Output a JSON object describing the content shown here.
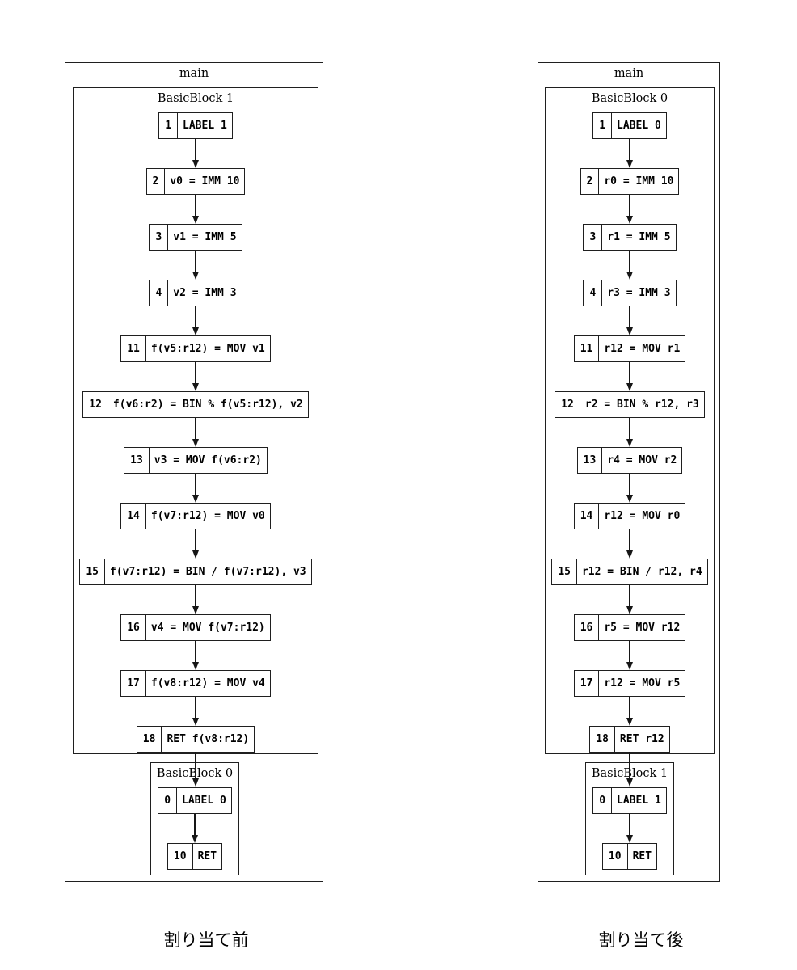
{
  "diagrams": [
    {
      "outer_title": "main",
      "block_title": "BasicBlock 1",
      "caption": "割り当て前",
      "instructions": [
        {
          "id": "1",
          "text": "LABEL 1"
        },
        {
          "id": "2",
          "text": "v0 = IMM 10"
        },
        {
          "id": "3",
          "text": "v1 = IMM 5"
        },
        {
          "id": "4",
          "text": "v2 = IMM 3"
        },
        {
          "id": "11",
          "text": "f(v5:r12) = MOV v1"
        },
        {
          "id": "12",
          "text": "f(v6:r2) = BIN % f(v5:r12), v2"
        },
        {
          "id": "13",
          "text": "v3 = MOV f(v6:r2)"
        },
        {
          "id": "14",
          "text": "f(v7:r12) = MOV v0"
        },
        {
          "id": "15",
          "text": "f(v7:r12) = BIN / f(v7:r12), v3"
        },
        {
          "id": "16",
          "text": "v4 = MOV f(v7:r12)"
        },
        {
          "id": "17",
          "text": "f(v8:r12) = MOV v4"
        },
        {
          "id": "18",
          "text": "RET f(v8:r12)"
        }
      ],
      "sub_block": {
        "title": "BasicBlock 0",
        "instructions": [
          {
            "id": "0",
            "text": "LABEL 0"
          },
          {
            "id": "10",
            "text": "RET"
          }
        ]
      }
    },
    {
      "outer_title": "main",
      "block_title": "BasicBlock 0",
      "caption": "割り当て後",
      "instructions": [
        {
          "id": "1",
          "text": "LABEL 0"
        },
        {
          "id": "2",
          "text": "r0 = IMM 10"
        },
        {
          "id": "3",
          "text": "r1 = IMM 5"
        },
        {
          "id": "4",
          "text": "r3 = IMM 3"
        },
        {
          "id": "11",
          "text": "r12 = MOV r1"
        },
        {
          "id": "12",
          "text": "r2 = BIN % r12, r3"
        },
        {
          "id": "13",
          "text": "r4 = MOV r2"
        },
        {
          "id": "14",
          "text": "r12 = MOV r0"
        },
        {
          "id": "15",
          "text": "r12 = BIN / r12, r4"
        },
        {
          "id": "16",
          "text": "r5 = MOV r12"
        },
        {
          "id": "17",
          "text": "r12 = MOV r5"
        },
        {
          "id": "18",
          "text": "RET r12"
        }
      ],
      "sub_block": {
        "title": "BasicBlock 1",
        "instructions": [
          {
            "id": "0",
            "text": "LABEL 1"
          },
          {
            "id": "10",
            "text": "RET"
          }
        ]
      }
    }
  ],
  "colors": {
    "stroke": "#1f1f1f",
    "background": "#ffffff",
    "text": "#000000"
  }
}
